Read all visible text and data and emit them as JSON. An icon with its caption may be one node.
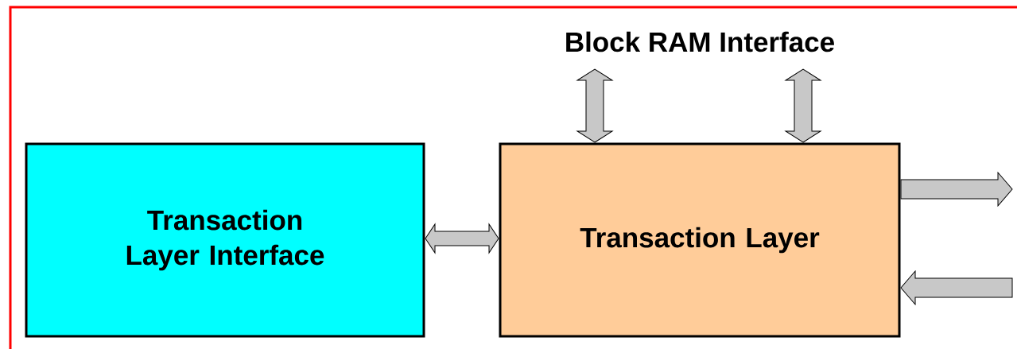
{
  "diagram": {
    "nodes": [
      {
        "text": [
          "Transaction Layer Interface"
        ]
      },
      {
        "text": [
          "Transaction Layer"
        ]
      },
      {
        "text": [
          "Block RAM Interface"
        ]
      }
    ],
    "edges": [
      {
        "from": 0,
        "to": 1,
        "arrow": "both"
      },
      {
        "from": 1,
        "to": 2,
        "arrow": "both"
      },
      {
        "from": 1,
        "to": 2,
        "arrow": "both"
      },
      {
        "from": 1,
        "to": null,
        "arrow": "to"
      },
      {
        "from": null,
        "to": 1,
        "arrow": "to"
      }
    ]
  }
}
